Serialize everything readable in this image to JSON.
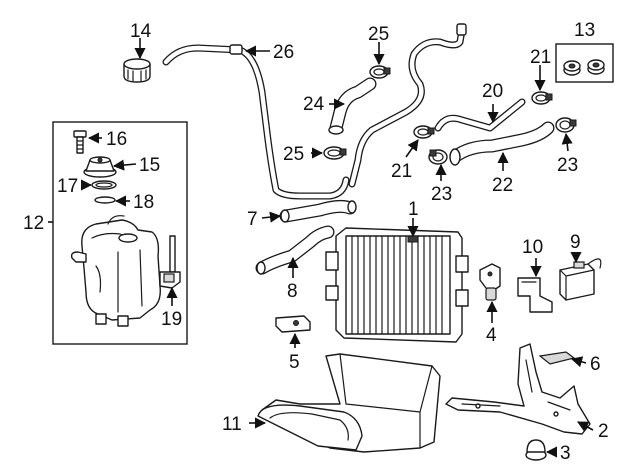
{
  "callouts": {
    "c1": "1",
    "c2": "2",
    "c3": "3",
    "c4": "4",
    "c5": "5",
    "c6": "6",
    "c7": "7",
    "c8": "8",
    "c9": "9",
    "c10": "10",
    "c11": "11",
    "c12": "12",
    "c13": "13",
    "c14": "14",
    "c15": "15",
    "c16": "16",
    "c17": "17",
    "c18": "18",
    "c19": "19",
    "c20": "20",
    "c21a": "21",
    "c21b": "21",
    "c22": "22",
    "c23a": "23",
    "c23b": "23",
    "c24": "24",
    "c25a": "25",
    "c25b": "25",
    "c26": "26"
  },
  "colors": {
    "line": "#1a1a1a",
    "background": "#ffffff",
    "shade": "#d9d9d9"
  }
}
